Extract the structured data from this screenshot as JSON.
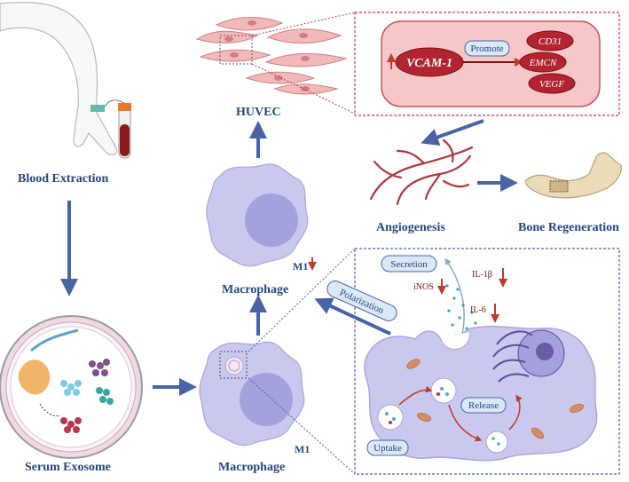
{
  "labels": {
    "blood_extraction": "Blood Extraction",
    "serum_exosome": "Serum Exosome",
    "macrophage_bottom": "Macrophage",
    "macrophage_top": "Macrophage",
    "m1_top": "M1",
    "m1_bottom": "M1",
    "huvec": "HUVEC",
    "angiogenesis": "Angiogenesis",
    "bone_regeneration": "Bone Regeneration"
  },
  "huvec_box": {
    "vcam": "VCAM-1",
    "promote": "Promote",
    "targets": [
      "CD31",
      "EMCN",
      "VEGF"
    ]
  },
  "polarization_box": {
    "secretion": "Secretion",
    "polarization": "Polarization",
    "cytokines": [
      "iNOS",
      "IL-1β",
      "IL-6"
    ],
    "uptake": "Uptake",
    "release": "Release"
  },
  "colors": {
    "label_blue": "#25477f",
    "arrow_blue": "#4a63a6",
    "cell_fill": "#c9c8ee",
    "nucleus_fill": "#a4a2dc",
    "dash_red": "#c0394b",
    "vcam_red": "#b22430",
    "down_arrow_red": "#c0392b"
  }
}
